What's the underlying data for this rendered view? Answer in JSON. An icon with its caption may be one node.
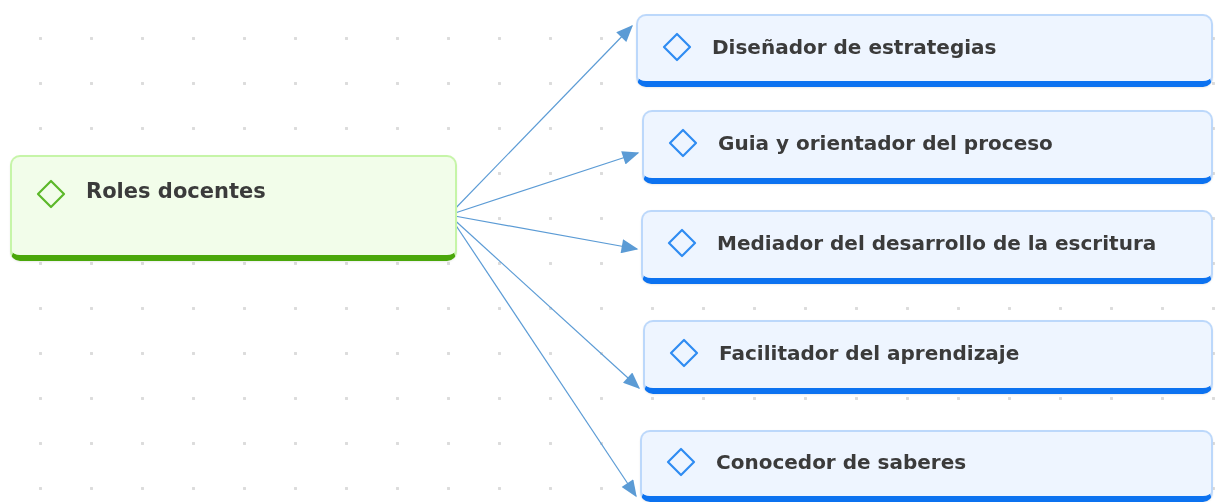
{
  "diagram": {
    "nodes": [
      {
        "text": [
          "Roles docentes"
        ]
      },
      {
        "text": [
          "Diseñador de estrategias"
        ]
      },
      {
        "text": [
          "Guia y orientador del proceso"
        ]
      },
      {
        "text": [
          "Mediador del desarrollo de la escritura"
        ]
      },
      {
        "text": [
          "Facilitador del aprendizaje"
        ]
      },
      {
        "text": [
          "Conocedor de saberes"
        ]
      }
    ],
    "edges": [
      {
        "from": 0,
        "to": 1,
        "arrow": "to"
      },
      {
        "from": 0,
        "to": 2,
        "arrow": "to"
      },
      {
        "from": 0,
        "to": 3,
        "arrow": "to"
      },
      {
        "from": 0,
        "to": 4,
        "arrow": "to"
      },
      {
        "from": 0,
        "to": 5,
        "arrow": "to"
      }
    ]
  }
}
